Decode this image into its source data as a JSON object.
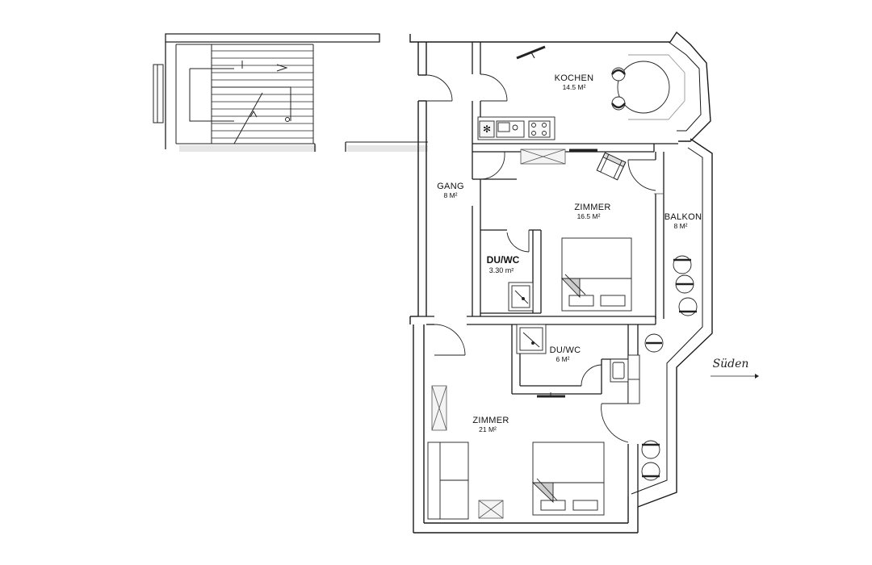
{
  "plan": {
    "rooms": [
      {
        "id": "kochen",
        "name": "KOCHEN",
        "area": "14.5 M²"
      },
      {
        "id": "gang",
        "name": "GANG",
        "area": "8 M²"
      },
      {
        "id": "zimmer1",
        "name": "ZIMMER",
        "area": "16.5 M²"
      },
      {
        "id": "balkon",
        "name": "BALKON",
        "area": "8 M²"
      },
      {
        "id": "duwc1",
        "name": "DU/WC",
        "area": "3.30 m²"
      },
      {
        "id": "duwc2",
        "name": "DU/WC",
        "area": "6 M²"
      },
      {
        "id": "zimmer2",
        "name": "ZIMMER",
        "area": "21 M²"
      }
    ],
    "compass_label": "Süden"
  }
}
